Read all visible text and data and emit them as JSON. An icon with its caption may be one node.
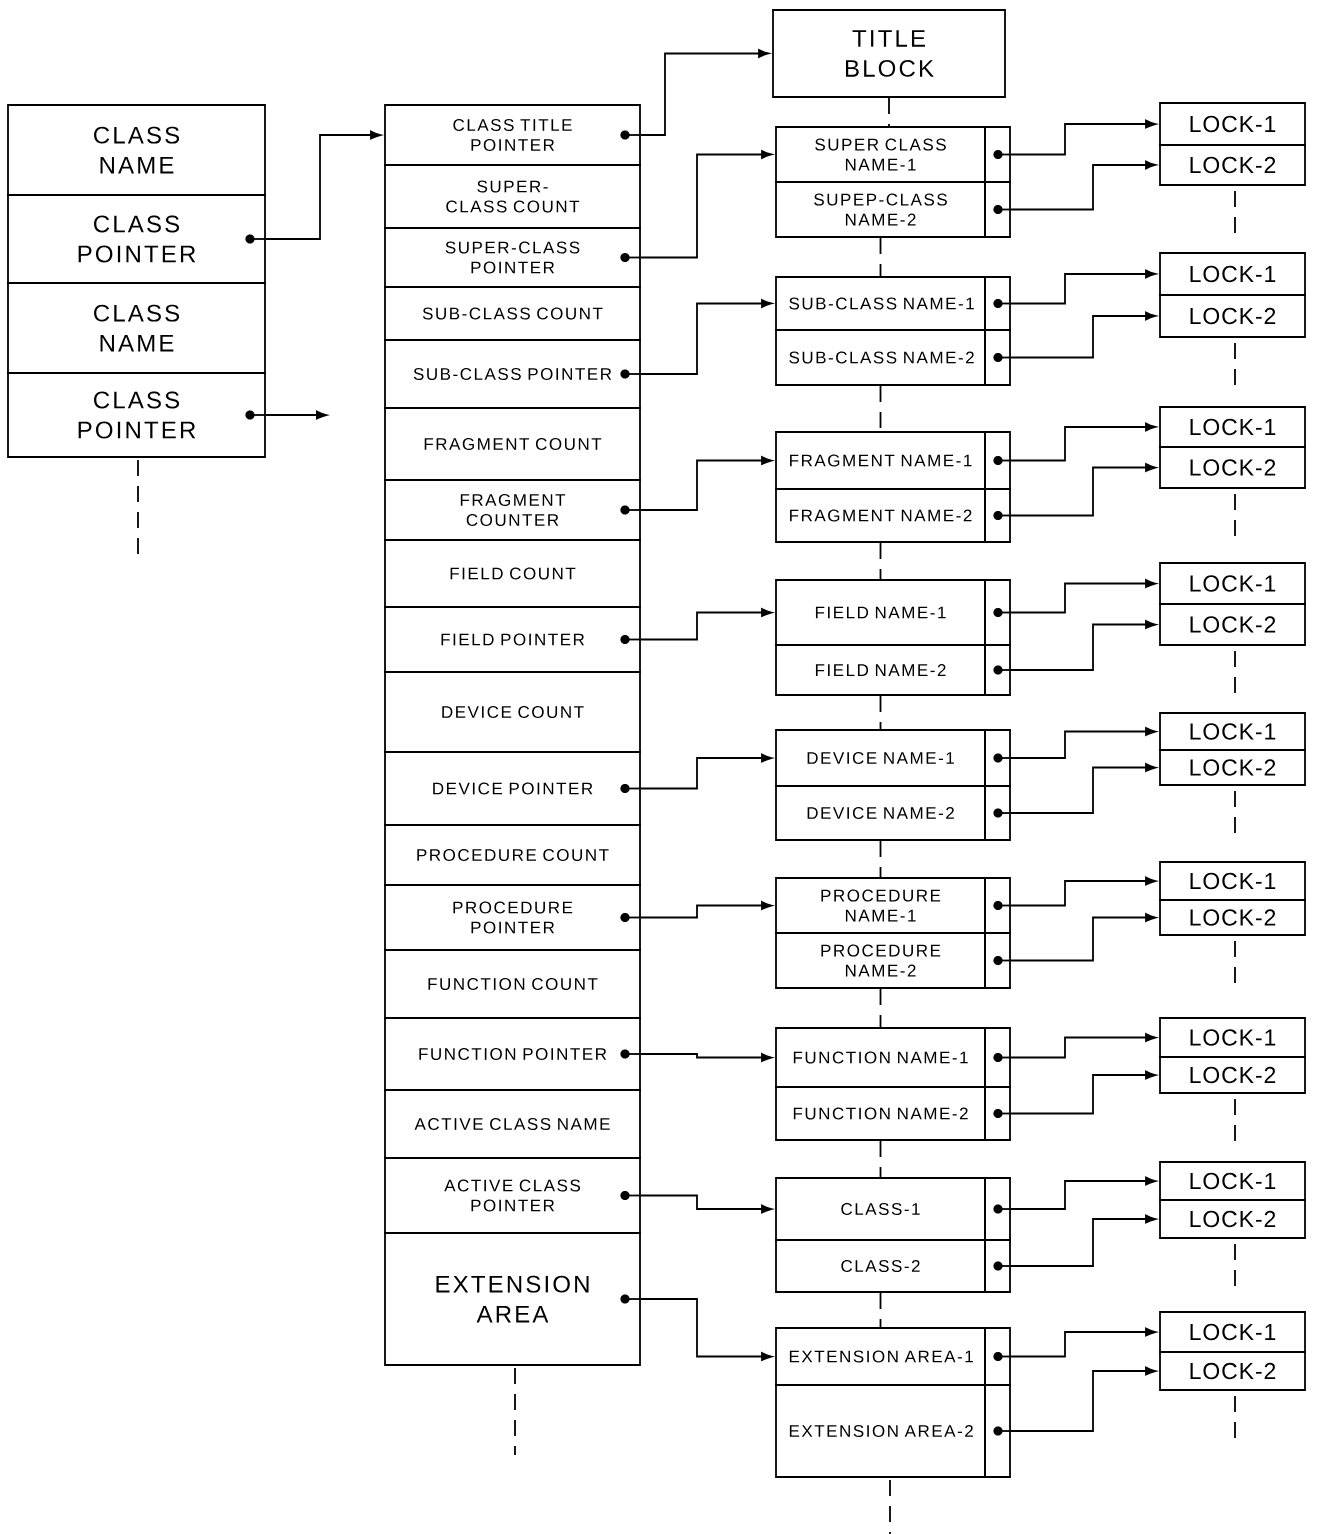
{
  "diagram": {
    "nodes": [
      {
        "text": [
          "CLASS NAME"
        ]
      },
      {
        "text": [
          "CLASS POINTER"
        ]
      },
      {
        "text": [
          "CLASS NAME"
        ]
      },
      {
        "text": [
          "CLASS POINTER"
        ]
      },
      {
        "text": [
          "CLASS TITLE POINTER"
        ]
      },
      {
        "text": [
          "SUPER-CLASS COUNT"
        ]
      },
      {
        "text": [
          "SUPER-CLASS POINTER"
        ]
      },
      {
        "text": [
          "SUB-CLASS COUNT"
        ]
      },
      {
        "text": [
          "SUB-CLASS POINTER"
        ]
      },
      {
        "text": [
          "FRAGMENT COUNT"
        ]
      },
      {
        "text": [
          "FRAGMENT COUNTER"
        ]
      },
      {
        "text": [
          "FIELD COUNT"
        ]
      },
      {
        "text": [
          "FIELD POINTER"
        ]
      },
      {
        "text": [
          "DEVICE COUNT"
        ]
      },
      {
        "text": [
          "DEVICE POINTER"
        ]
      },
      {
        "text": [
          "PROCEDURE COUNT"
        ]
      },
      {
        "text": [
          "PROCEDURE POINTER"
        ]
      },
      {
        "text": [
          "FUNCTION COUNT"
        ]
      },
      {
        "text": [
          "FUNCTION POINTER"
        ]
      },
      {
        "text": [
          "ACTIVE CLASS NAME"
        ]
      },
      {
        "text": [
          "ACTIVE CLASS POINTER"
        ]
      },
      {
        "text": [
          "EXTENSION AREA"
        ]
      },
      {
        "text": [
          "TITLE BLOCK"
        ]
      },
      {
        "text": [
          "SUPER CLASS NAME-1"
        ]
      },
      {
        "text": [
          "SUPEP-CLASS NAME-2"
        ]
      },
      {
        "text": [
          "SUB-CLASS NAME-1"
        ]
      },
      {
        "text": [
          "SUB-CLASS NAME-2"
        ]
      },
      {
        "text": [
          "FRAGMENT NAME-1"
        ]
      },
      {
        "text": [
          "FRAGMENT NAME-2"
        ]
      },
      {
        "text": [
          "FIELD NAME-1"
        ]
      },
      {
        "text": [
          "FIELD NAME-2"
        ]
      },
      {
        "text": [
          "DEVICE NAME-1"
        ]
      },
      {
        "text": [
          "DEVICE NAME-2"
        ]
      },
      {
        "text": [
          "PROCEDURE NAME-1"
        ]
      },
      {
        "text": [
          "PROCEDURE NAME-2"
        ]
      },
      {
        "text": [
          "FUNCTION NAME-1"
        ]
      },
      {
        "text": [
          "FUNCTION NAME-2"
        ]
      },
      {
        "text": [
          "CLASS-1"
        ]
      },
      {
        "text": [
          "CLASS-2"
        ]
      },
      {
        "text": [
          "EXTENSION AREA-1"
        ]
      },
      {
        "text": [
          "EXTENSION AREA-2"
        ]
      },
      {
        "text": [
          "LOCK-1"
        ]
      },
      {
        "text": [
          "LOCK-2"
        ]
      },
      {
        "text": [
          "LOCK-1"
        ]
      },
      {
        "text": [
          "LOCK-2"
        ]
      },
      {
        "text": [
          "LOCK-1"
        ]
      },
      {
        "text": [
          "LOCK-2"
        ]
      },
      {
        "text": [
          "LOCK-1"
        ]
      },
      {
        "text": [
          "LOCK-2"
        ]
      },
      {
        "text": [
          "LOCK-1"
        ]
      },
      {
        "text": [
          "LOCK-2"
        ]
      },
      {
        "text": [
          "LOCK-1"
        ]
      },
      {
        "text": [
          "LOCK-2"
        ]
      },
      {
        "text": [
          "LOCK-1"
        ]
      },
      {
        "text": [
          "LOCK-2"
        ]
      },
      {
        "text": [
          "LOCK-1"
        ]
      },
      {
        "text": [
          "LOCK-2"
        ]
      },
      {
        "text": [
          "LOCK-1"
        ]
      },
      {
        "text": [
          "LOCK-2"
        ]
      }
    ],
    "edges": [
      {
        "from": 1,
        "to": 4,
        "arrow": "to"
      },
      {
        "from": 3,
        "to": null,
        "arrow": "to"
      },
      {
        "from": 4,
        "to": 22,
        "arrow": "to"
      },
      {
        "from": 6,
        "to": 23,
        "arrow": "to"
      },
      {
        "from": 8,
        "to": 25,
        "arrow": "to"
      },
      {
        "from": 10,
        "to": 27,
        "arrow": "to"
      },
      {
        "from": 12,
        "to": 29,
        "arrow": "to"
      },
      {
        "from": 14,
        "to": 31,
        "arrow": "to"
      },
      {
        "from": 16,
        "to": 33,
        "arrow": "to"
      },
      {
        "from": 18,
        "to": 35,
        "arrow": "to"
      },
      {
        "from": 20,
        "to": 37,
        "arrow": "to"
      },
      {
        "from": 21,
        "to": 39,
        "arrow": "to"
      },
      {
        "from": 22,
        "to": 23,
        "arrow": "none",
        "style": "dashed"
      },
      {
        "from": 24,
        "to": 25,
        "arrow": "none",
        "style": "dashed"
      },
      {
        "from": 26,
        "to": 27,
        "arrow": "none",
        "style": "dashed"
      },
      {
        "from": 28,
        "to": 29,
        "arrow": "none",
        "style": "dashed"
      },
      {
        "from": 30,
        "to": 31,
        "arrow": "none",
        "style": "dashed"
      },
      {
        "from": 32,
        "to": 33,
        "arrow": "none",
        "style": "dashed"
      },
      {
        "from": 34,
        "to": 35,
        "arrow": "none",
        "style": "dashed"
      },
      {
        "from": 36,
        "to": 37,
        "arrow": "none",
        "style": "dashed"
      },
      {
        "from": 38,
        "to": 39,
        "arrow": "none",
        "style": "dashed"
      },
      {
        "from": 23,
        "to": 41,
        "arrow": "to"
      },
      {
        "from": 24,
        "to": 42,
        "arrow": "to"
      },
      {
        "from": 25,
        "to": 43,
        "arrow": "to"
      },
      {
        "from": 26,
        "to": 44,
        "arrow": "to"
      },
      {
        "from": 27,
        "to": 45,
        "arrow": "to"
      },
      {
        "from": 28,
        "to": 46,
        "arrow": "to"
      },
      {
        "from": 29,
        "to": 47,
        "arrow": "to"
      },
      {
        "from": 30,
        "to": 48,
        "arrow": "to"
      },
      {
        "from": 31,
        "to": 49,
        "arrow": "to"
      },
      {
        "from": 32,
        "to": 50,
        "arrow": "to"
      },
      {
        "from": 33,
        "to": 51,
        "arrow": "to"
      },
      {
        "from": 34,
        "to": 52,
        "arrow": "to"
      },
      {
        "from": 35,
        "to": 53,
        "arrow": "to"
      },
      {
        "from": 36,
        "to": 54,
        "arrow": "to"
      },
      {
        "from": 37,
        "to": 55,
        "arrow": "to"
      },
      {
        "from": 38,
        "to": 56,
        "arrow": "to"
      },
      {
        "from": 39,
        "to": 57,
        "arrow": "to"
      },
      {
        "from": 40,
        "to": 58,
        "arrow": "to"
      }
    ]
  }
}
